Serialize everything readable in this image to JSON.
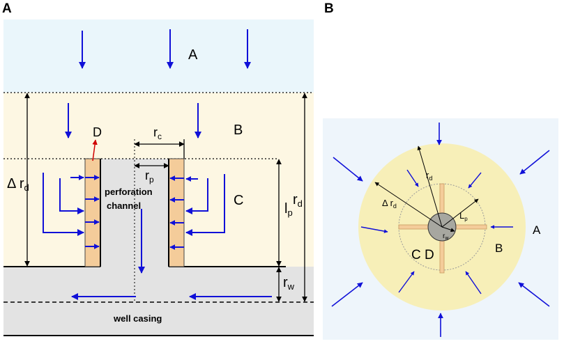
{
  "panels": {
    "a": {
      "letter": "A",
      "region_labels": {
        "a": "A",
        "b": "B",
        "c": "C",
        "d": "D"
      },
      "dims": {
        "rc": {
          "main": "r",
          "sub": "c"
        },
        "rp": {
          "main": "r",
          "sub": "p"
        },
        "lp": {
          "main": "l",
          "sub": "p"
        },
        "rd": {
          "main": "r",
          "sub": "d"
        },
        "delta_rd": {
          "main": "Δ r",
          "sub": "d"
        },
        "rw": {
          "main": "r",
          "sub": "w"
        }
      },
      "perforation_label_line1": "perforation",
      "perforation_label_line2": "channel",
      "well_casing_label": "well casing"
    },
    "b": {
      "letter": "B",
      "region_labels": {
        "a": "A",
        "b": "B",
        "cd": "C D"
      },
      "dims": {
        "rd": {
          "main": "r",
          "sub": "d"
        },
        "delta_rd": {
          "main": "Δ r",
          "sub": "d"
        },
        "lp": {
          "main": "L",
          "sub": "p"
        },
        "rw": {
          "main": "r",
          "sub": "w"
        }
      }
    }
  },
  "colors": {
    "zone_a": "#eaf6fb",
    "zone_b": "#fdf7e3",
    "casing": "#e3e3e3",
    "perforation": "#f4cc9a",
    "arrow": "#1010d8",
    "highlight_arrow": "#d00000",
    "panel_b_bg": "#eef5fb",
    "panel_b_disk": "#f7efb8",
    "wellbore": "#a7a7a0"
  }
}
